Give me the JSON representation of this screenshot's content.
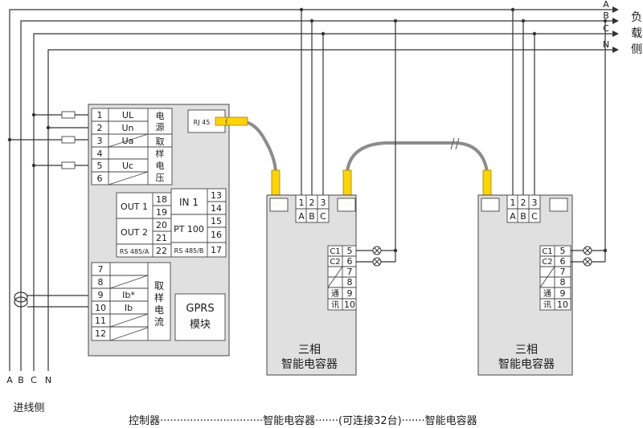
{
  "phases": [
    "A",
    "B",
    "C",
    "N"
  ],
  "load_side_label": [
    "负",
    "载",
    "侧"
  ],
  "inlet_label": "进线侧",
  "controller": {
    "terminals": {
      "voltage_nums": [
        "1",
        "2",
        "3",
        "4",
        "5",
        "6"
      ],
      "voltage_signals": [
        "UL",
        "Un",
        "Ua",
        "",
        "Uc",
        ""
      ],
      "voltage_group_label_1": [
        "电",
        "源"
      ],
      "voltage_group_label_2": [
        "取",
        "样",
        "电",
        "压"
      ],
      "out1_label": "OUT 1",
      "out1_nums": [
        "18",
        "19"
      ],
      "out2_label": "OUT 2",
      "out2_nums": [
        "20",
        "21"
      ],
      "rs485a_label": "RS 485/A",
      "rs485a_num": "22",
      "in1_label": "IN 1",
      "in1_nums": [
        "13",
        "14"
      ],
      "pt100_label": "PT 100",
      "pt100_nums": [
        "15",
        "16"
      ],
      "rs485b_label": "RS 485/B",
      "rs485b_num": "17",
      "current_nums": [
        "7",
        "8",
        "9",
        "10",
        "11",
        "12"
      ],
      "current_signals": [
        "",
        "",
        "Ib*",
        "Ib",
        "",
        ""
      ],
      "current_group_label": [
        "取",
        "样",
        "电",
        "流"
      ]
    },
    "rj45_label": "RJ 45",
    "gprs_label": [
      "GPRS",
      "模块"
    ]
  },
  "capacitor_units": [
    {
      "label": [
        "三相",
        "智能电容器"
      ],
      "phase_nums": [
        "1",
        "2",
        "3"
      ],
      "phase_letters": [
        "A",
        "B",
        "C"
      ],
      "side_terms": [
        {
          "signal": "C1",
          "num": "5"
        },
        {
          "signal": "C2",
          "num": "6"
        },
        {
          "signal": "",
          "num": "7"
        },
        {
          "signal": "",
          "num": "8"
        },
        {
          "signal": "通",
          "num": "9"
        },
        {
          "signal": "讯",
          "num": "10"
        }
      ]
    },
    {
      "label": [
        "三相",
        "智能电容器"
      ],
      "phase_nums": [
        "1",
        "2",
        "3"
      ],
      "phase_letters": [
        "A",
        "B",
        "C"
      ],
      "side_terms": [
        {
          "signal": "C1",
          "num": "5"
        },
        {
          "signal": "C2",
          "num": "6"
        },
        {
          "signal": "",
          "num": "7"
        },
        {
          "signal": "",
          "num": "8"
        },
        {
          "signal": "通",
          "num": "9"
        },
        {
          "signal": "讯",
          "num": "10"
        }
      ]
    }
  ],
  "bottom_caption": "控制器·······························智能电容器·······(可连接32台)·······智能电容器"
}
